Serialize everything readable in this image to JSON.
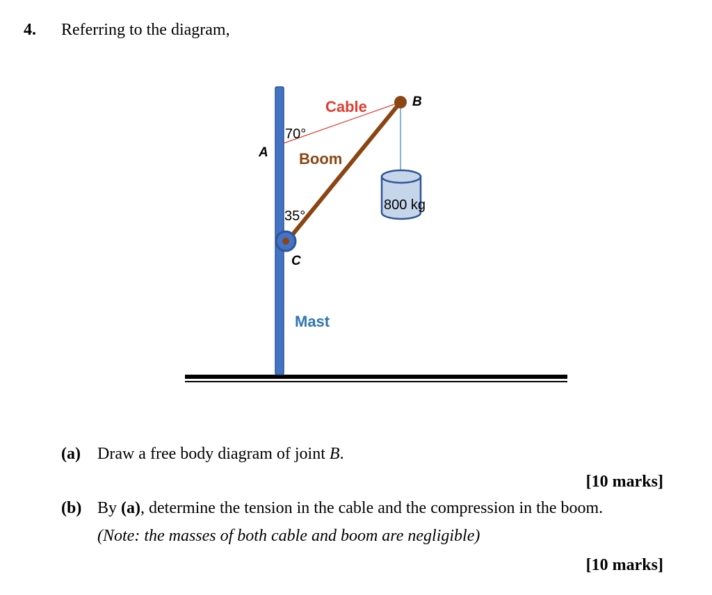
{
  "question": {
    "number": "4.",
    "prompt": "Referring to the diagram,"
  },
  "diagram": {
    "labels": {
      "point_a": "A",
      "point_b": "B",
      "point_c": "C",
      "cable": "Cable",
      "boom": "Boom",
      "mast": "Mast",
      "angle_top": "70°",
      "angle_bottom": "35°",
      "mass": "800 kg"
    },
    "colors": {
      "mast": "#4472C4",
      "mast_edge": "#2F5597",
      "boom": "#8B4513",
      "cable": "#E03C31",
      "hanger": "#5B9BD5",
      "bucket": "#C5D5EA",
      "mast_label": "#2E75B6",
      "boom_label": "#8B4513",
      "cable_label": "#E03C31"
    }
  },
  "parts": [
    {
      "label": "(a)",
      "text_before": "Draw a free body diagram of joint ",
      "text_italic": "B",
      "text_after": ".",
      "marks": "[10 marks]"
    },
    {
      "label": "(b)",
      "text_before": "By ",
      "text_bold": "(a)",
      "text_after": ", determine the tension in the cable and the compression in the boom.",
      "note": "(Note: the masses of both cable and boom are negligible)",
      "marks": "[10 marks]"
    }
  ]
}
